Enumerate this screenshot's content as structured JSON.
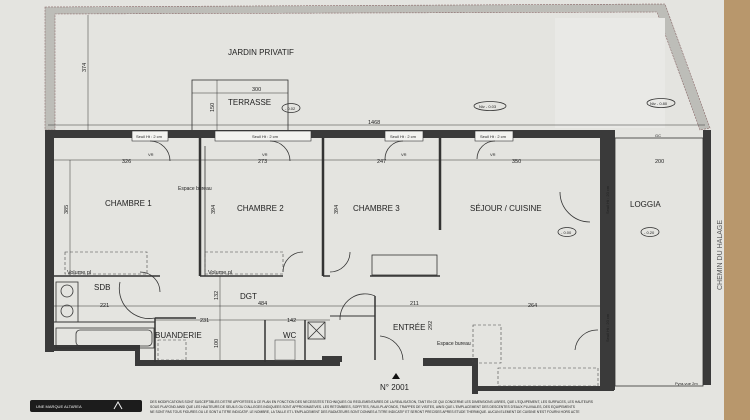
{
  "plan": {
    "garden": {
      "label": "JARDIN PRIVATIF",
      "height_dim": "374",
      "width_dim": "1468",
      "level_mid": "Niv - 0.03",
      "level_right": "Niv - 0.80"
    },
    "terrace": {
      "label": "TERRASSE",
      "width_dim": "300",
      "depth_dim": "150",
      "level": "- 0.02"
    },
    "thresholds": [
      "Seuil Ht : 2 cm",
      "Seuil Ht : 2 cm",
      "Seuil Ht : 2 cm",
      "Seuil Ht : 2 cm"
    ],
    "loggia_thresholds": [
      "Seuil Ht : 20 cm",
      "Seuil Ht : 20 cm"
    ],
    "vr": "VR",
    "rooms": {
      "chambre1": {
        "label": "CHAMBRE 1",
        "width_dim": "326",
        "depth_dim": "385"
      },
      "espace_bureau_1": "Espace bureau",
      "chambre2": {
        "label": "CHAMBRE 2",
        "width_dim": "273",
        "depth_dim": "394"
      },
      "chambre3": {
        "label": "CHAMBRE 3",
        "width_dim": "247",
        "depth_dim": "394"
      },
      "sejour": {
        "label": "SÉJOUR / CUISINE",
        "width_dim": "350",
        "level": "- 0.00"
      },
      "loggia": {
        "label": "LOGGIA",
        "width_dim": "200",
        "level": "- 0.20"
      },
      "sdb": {
        "label": "SDB",
        "width_dim": "221"
      },
      "dgt": {
        "label": "DGT",
        "width_dim": "484",
        "depth_dim": "132"
      },
      "buanderie": {
        "label": "BUANDERIE",
        "width_dim": "231",
        "depth_dim": "100"
      },
      "wc": {
        "label": "WC",
        "width_dim": "142"
      },
      "entree": {
        "label": "ENTRÉE",
        "width_dim": "211",
        "depth_dim": "292"
      },
      "espace_bureau_2": "Espace bureau",
      "sejour_dim2": "264",
      "volume_pl_1": "Volume pl",
      "volume_pl_2": "Volume pl"
    },
    "lot_number": "N° 2001",
    "street": "CHEMIN DU HALAGE",
    "gc": "GC",
    "garde_corps": "Pyra-vue 2m"
  },
  "footer": {
    "brand": "UNE MARQUE ALTAREA",
    "disclaimer": [
      "DES MODIFICATIONS SONT SUSCEPTIBLES D'ETRE APPORTEES A CE PLAN EN FONCTION DES NECESSITES TECHNIQUES OU REGLEMENTAIRES DE LA REALISATION, TANT EN CE QUI CONCERNE LES DIMENSIONS LIBRES, QUE L'EQUIPEMENT, LES SURFACES, LES HAUTEURS",
      "SOUS PLAFOND AINSI QUE LES HAUTEURS DE SEUILS OU D'ALLEGES INDIQUEES SONT APPROXIMATIVES. LES RETOMBEES, SOFFITES, FAUX-PLAFONDS, TRAPPES DE VISITES, AINSI QUE L'EMPLACEMENT DES DESCENTES D'EAUX PLUVIALES, DES EQUIPEMENTS",
      "NE SONT PAS TOUS FIGURES OU LE SONT A TITRE INDICATIF. LE NOMBRE, LA TAILLE ET L'EMPLACEMENT DES RADIATEURS SONT DONNES A TITRE INDICATIF ET SERONT PRECISES APRES ETUDE THERMIQUE. AUCUN ELEMENT DE CUISINE N'EST FOURNI HORS ACTE"
    ]
  }
}
